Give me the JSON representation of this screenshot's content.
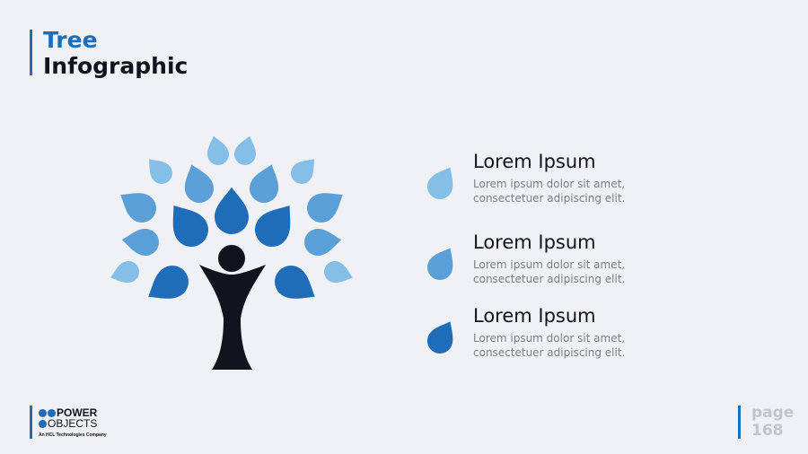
{
  "title": {
    "line1": "Tree",
    "line2": "Infographic"
  },
  "colors": {
    "light": "#85bfe8",
    "medium": "#5a9fd8",
    "dark": "#1f6db8",
    "figure": "#12131f"
  },
  "items": [
    {
      "heading": "Lorem Ipsum",
      "line1": "Lorem ipsum dolor sit amet,",
      "line2": "consectetuer adipiscing elit.",
      "color": "#85bfe8"
    },
    {
      "heading": "Lorem Ipsum",
      "line1": "Lorem ipsum dolor sit amet,",
      "line2": "consectetuer adipiscing elit.",
      "color": "#5a9fd8"
    },
    {
      "heading": "Lorem Ipsum",
      "line1": "Lorem ipsum dolor sit amet,",
      "line2": "consectetuer adipiscing elit.",
      "color": "#1f6db8"
    }
  ],
  "logo": {
    "line1": "POWER",
    "line2": "OBJECTS",
    "tagline": "An HCL Technologies Company"
  },
  "page": {
    "label": "page",
    "number": "168"
  }
}
